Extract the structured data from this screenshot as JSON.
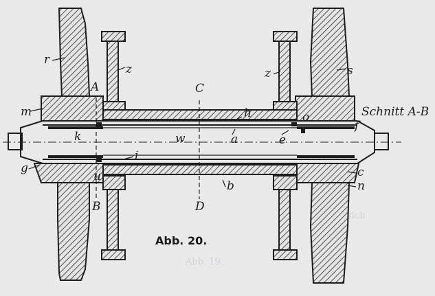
{
  "diagram": {
    "caption": "Abb. 20.",
    "section_title": "Schnitt A-B",
    "part_labels": {
      "r": "r",
      "z_left": "z",
      "z_right": "z",
      "s": "s",
      "m": "m",
      "k": "k",
      "g": "g",
      "i": "i",
      "u": "u",
      "h": "h",
      "w": "w",
      "a": "a",
      "b": "b",
      "e": "e",
      "o": "o",
      "f": "f",
      "c": "c",
      "n": "n"
    },
    "section_marks": {
      "A": "A",
      "B": "B",
      "C": "C",
      "D": "D"
    },
    "background_text": {
      "line1": "Abb. 19.",
      "line2": "sich"
    }
  }
}
